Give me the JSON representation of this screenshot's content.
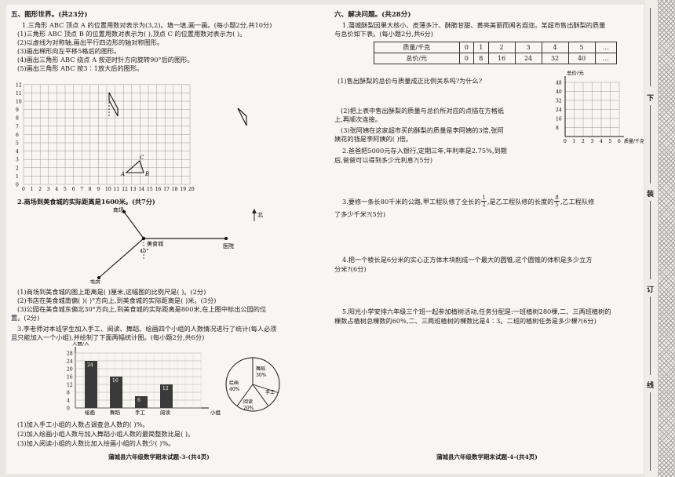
{
  "left": {
    "section5_title": "五、图形世界。(共23分)",
    "q1_lines": [
      "1.三角形 ABC 顶点 A 的位置用数对表示为(3,2)。填一填,画一画。(每小题2分,共10分)",
      "(1)三角形 ABC 顶点 B 的位置用数对表示为(          ),顶点 C 的位置用数对表示为(          )。",
      "(2)以虚线为对称轴,画出平行四边形的轴对称图形。",
      "(3)画出梯形向左平移5格后的图形。",
      "(4)画出三角形 ABC 绕点 A 按逆时针方向旋转90°后的图形。",
      "(5)画出三角形 ABC 按3∶1放大后的图形。"
    ],
    "grid_y_labels": [
      "12",
      "11",
      "10",
      "9",
      "8",
      "7",
      "6",
      "5",
      "4",
      "3",
      "2",
      "1",
      "0"
    ],
    "grid_x_labels": [
      "0",
      "1",
      "2",
      "3",
      "4",
      "5",
      "6",
      "7",
      "8",
      "9",
      "10",
      "11",
      "12",
      "13",
      "14",
      "15",
      "16",
      "17",
      "18",
      "19",
      "20"
    ],
    "point_labels": {
      "a": "A",
      "b": "B",
      "c": "C"
    },
    "q2_title": "2.商场到美食城的实际距离是1600米。(共7分)",
    "map_labels": {
      "mall": "商场",
      "food": "美食城",
      "hospital": "医院",
      "bookstore": "书店",
      "north": "北",
      "angle": "45°"
    },
    "q2_lines": [
      "(1)商场到美食城的图上距离是(          )厘米,这幅图的比例尺是(          )。(2分)",
      "(2)书店在美食城南偏(     )(     )°方向上,到美食城的实际距离是(          )米。(3分)",
      "(3)公园在美食城东偏北30°方向上,到美食城的实际距离是800米,在上图中标出公园的位",
      "置。(2分)"
    ],
    "q3_lines": [
      "3.李老师对本班学生加入手工、阅读、舞蹈、绘画四个小组的人数情况进行了统计(每人必须",
      "且只能加入一个小组),并绘制了下面两幅统计图。(每小题2分,共6分)"
    ],
    "q3_sub": [
      "(1)加入手工小组的人数占调查总人数的(          )%。",
      "(2)加入绘画小组人数与加入舞蹈小组人数的最简整数比是(          )。",
      "(3)加入阅读小组的人数比加入绘画小组的人数少(          )%。"
    ],
    "footer": "蒲城县六年级数学期末试题-3-(共4页)"
  },
  "chart_data": [
    {
      "type": "bar",
      "ylabel": "人数/人",
      "xlabel": "小组",
      "categories": [
        "绘画",
        "舞蹈",
        "手工",
        "阅读"
      ],
      "values": [
        24,
        16,
        6,
        12
      ],
      "ylim": [
        0,
        28
      ],
      "yticks": [
        "0",
        "4",
        "8",
        "12",
        "16",
        "20",
        "24",
        "28"
      ],
      "grid": true
    },
    {
      "type": "pie",
      "slices": [
        {
          "name": "舞蹈",
          "label": "30%",
          "value": 30
        },
        {
          "name": "手工",
          "label": "",
          "value": 10
        },
        {
          "name": "阅读",
          "label": "20%",
          "value": 20
        },
        {
          "name": "绘画",
          "label": "40%",
          "value": 40
        }
      ]
    },
    {
      "type": "line",
      "ylabel": "总价/元",
      "xlabel": "质量/千克",
      "xticks": [
        "0",
        "1",
        "2",
        "3",
        "4",
        "5",
        "6"
      ],
      "yticks": [
        "8",
        "16",
        "24",
        "32",
        "40",
        "48"
      ],
      "grid": true
    }
  ],
  "right": {
    "section6_title": "六、解决问题。(共28分)",
    "q1_lines": [
      "1.蒲城酥梨因果大核小、皮薄多汁、酥脆甘甜、黄亮美丽而闻名遐迩。某超市售出酥梨的质量",
      "与总价如下表。(每小题2分,共6分)"
    ],
    "table": {
      "rows": [
        [
          "质量/千克",
          "0",
          "1",
          "2",
          "3",
          "4",
          "5",
          "…"
        ],
        [
          "总价/元",
          "0",
          "8",
          "16",
          "24",
          "32",
          "40",
          "…"
        ]
      ]
    },
    "q1_sub1": "(1)售出酥梨的总价与质量成正比例关系吗?为什么?",
    "q1_sub2": [
      "(2)把上表中售出酥梨的质量与总价所对应的点描在方格纸",
      "上,再顺次连接。"
    ],
    "q1_sub3": [
      "(3)张阿姨在这家超市买的酥梨的质量是李阿姨的3倍,张阿",
      "姨花的钱是李阿姨的(          )倍。"
    ],
    "q2_lines": [
      "2.爸爸把5000元存入银行,定期三年,年利率是2.75%,到期",
      "后,爸爸可以得到多少元利息?(5分)"
    ],
    "q3_parts": [
      "3.要修一条长80千米的公路,甲工程队修了全长的",
      "1",
      "2",
      ",是乙工程队修的长度的",
      "8",
      "5",
      ",乙工程队修"
    ],
    "q3_line2": "了多少千米?(5分)",
    "q4_lines": [
      "4.把一个棱长是6分米的实心正方体木块削成一个最大的圆锥,这个圆锥的体积是多少立方",
      "分米?(6分)"
    ],
    "q5_lines": [
      "5.阳光小学安排六年级三个班一起参加植树活动,任务分配是:一班植树280棵,二、三两班植树的",
      "棵数占植树总棵数的60%,二、三两班植树的棵数比是4∶3。二班的植树任务是多少棵?(6分)"
    ],
    "footer": "蒲城县六年级数学期末试题-4-(共4页)"
  },
  "binding": {
    "chars": [
      "下",
      "装",
      "订",
      "线"
    ]
  }
}
